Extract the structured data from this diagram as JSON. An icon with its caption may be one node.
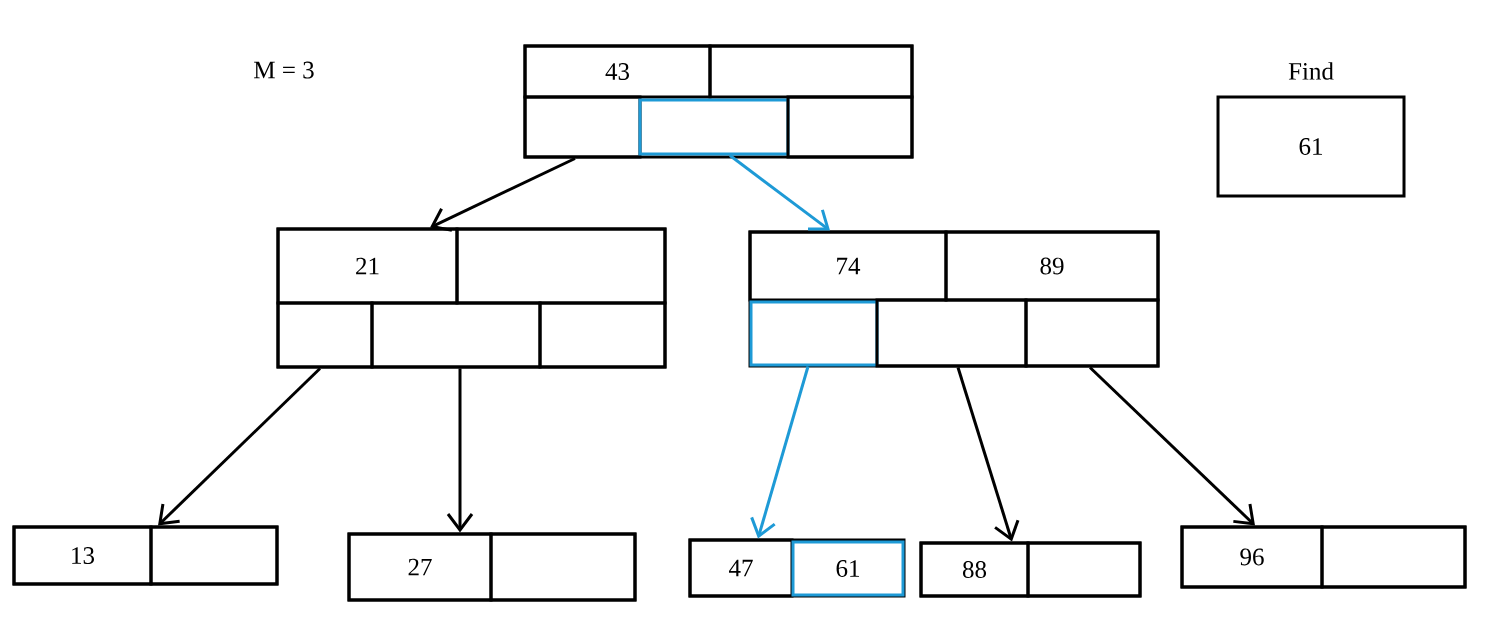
{
  "diagram": {
    "nodes": [
      {
        "text": [],
        "shape": "box"
      },
      {
        "text": [
          "43"
        ],
        "in": 0
      },
      {
        "text": [],
        "shape": "box",
        "in": 0
      },
      {
        "text": [],
        "shape": "box",
        "in": 0
      },
      {
        "text": [],
        "shape": "box",
        "in": 0
      },
      {
        "text": [],
        "shape": "box",
        "in": 0
      },
      {
        "text": [],
        "shape": "box"
      },
      {
        "text": [
          "21"
        ],
        "in": 6
      },
      {
        "text": [],
        "shape": "box",
        "in": 6
      },
      {
        "text": [],
        "shape": "box",
        "in": 6
      },
      {
        "text": [],
        "shape": "box",
        "in": 6
      },
      {
        "text": [],
        "shape": "box",
        "in": 6
      },
      {
        "text": [],
        "shape": "box"
      },
      {
        "text": [
          "74"
        ],
        "in": 12
      },
      {
        "text": [
          "89"
        ],
        "in": 12
      },
      {
        "text": [],
        "shape": "box",
        "in": 12
      },
      {
        "text": [],
        "shape": "box",
        "in": 12
      },
      {
        "text": [],
        "shape": "box",
        "in": 12
      },
      {
        "text": [],
        "shape": "box"
      },
      {
        "text": [
          "13"
        ],
        "in": 18
      },
      {
        "text": [],
        "shape": "box",
        "in": 18
      },
      {
        "text": [],
        "shape": "box"
      },
      {
        "text": [
          "27"
        ],
        "in": 21
      },
      {
        "text": [],
        "shape": "box",
        "in": 21
      },
      {
        "text": [],
        "shape": "box"
      },
      {
        "text": [
          "47"
        ],
        "in": 24
      },
      {
        "text": [
          "61"
        ],
        "in": 24
      },
      {
        "text": [],
        "shape": "box"
      },
      {
        "text": [
          "88"
        ],
        "in": 27
      },
      {
        "text": [],
        "shape": "box",
        "in": 27
      },
      {
        "text": [],
        "shape": "box"
      },
      {
        "text": [
          "96"
        ],
        "in": 30
      },
      {
        "text": [],
        "shape": "box",
        "in": 30
      },
      {
        "text": [
          "Find",
          "61"
        ]
      }
    ],
    "edges": [
      {
        "from": 3,
        "to": 6,
        "arrow": "to"
      },
      {
        "from": 4,
        "to": 12,
        "arrow": "to",
        "color": "#1e9ad6"
      },
      {
        "from": 9,
        "to": 18,
        "arrow": "to"
      },
      {
        "from": 10,
        "to": 21,
        "arrow": "to"
      },
      {
        "from": 15,
        "to": 24,
        "arrow": "to",
        "color": "#1e9ad6"
      },
      {
        "from": 16,
        "to": 27,
        "arrow": "to"
      },
      {
        "from": 17,
        "to": 30,
        "arrow": "to"
      }
    ],
    "labels": [
      "M = 3"
    ]
  }
}
